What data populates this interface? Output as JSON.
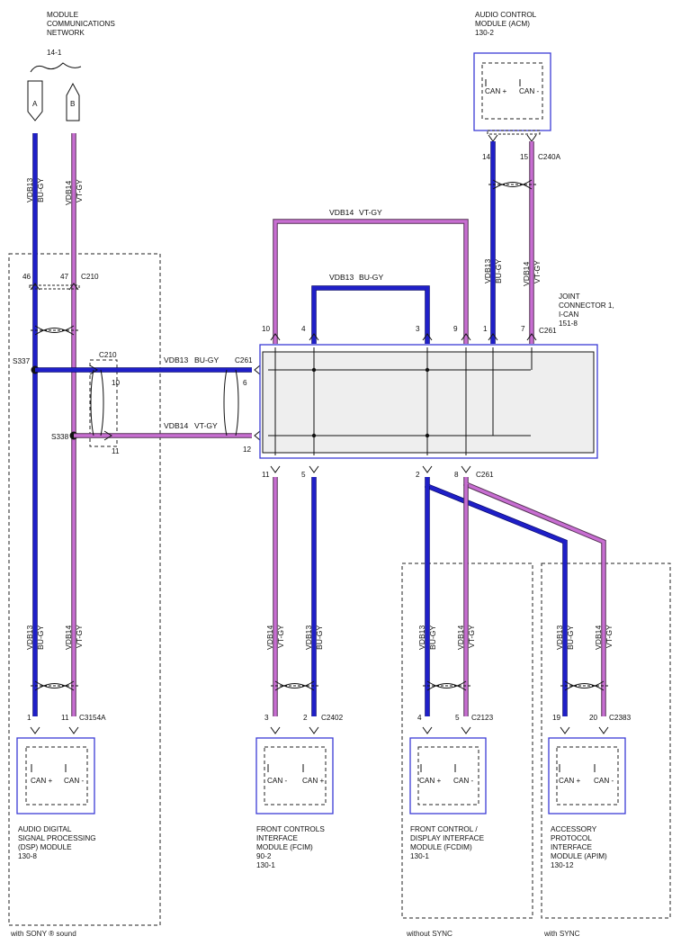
{
  "network": {
    "line1": "MODULE",
    "line2": "COMMUNICATIONS",
    "line3": "NETWORK",
    "ref": "14-1",
    "conn_a": "A",
    "conn_b": "B"
  },
  "wires": {
    "vdb13": "VDB13",
    "vdb14": "VDB14",
    "bugy": "BU-GY",
    "vtgy": "VT-GY"
  },
  "connectors": {
    "c210": "C210",
    "c261": "C261",
    "c240a": "C240A",
    "c3154a": "C3154A",
    "c2402": "C2402",
    "c2123": "C2123",
    "c2383": "C2383",
    "s337": "S337",
    "s338": "S338"
  },
  "pins": {
    "p46": "46",
    "p47": "47",
    "p10": "10",
    "p11": "11",
    "p14": "14",
    "p15": "15",
    "p4": "4",
    "p3": "3",
    "p9": "9",
    "p1": "1",
    "p7": "7",
    "p6": "6",
    "p12": "12",
    "p5": "5",
    "p2": "2",
    "p8": "8",
    "p19": "19",
    "p20": "20"
  },
  "acm": {
    "line1": "AUDIO CONTROL",
    "line2": "MODULE (ACM)",
    "ref": "130-2",
    "can_plus": "CAN +",
    "can_minus": "CAN -"
  },
  "joint": {
    "line1": "JOINT",
    "line2": "CONNECTOR 1,",
    "line3": "I-CAN",
    "ref": "151-8"
  },
  "dsp": {
    "line1": "AUDIO DIGITAL",
    "line2": "SIGNAL PROCESSING",
    "line3": "(DSP) MODULE",
    "ref": "130-8",
    "can_plus": "CAN +",
    "can_minus": "CAN -"
  },
  "fcim": {
    "line1": "FRONT CONTROLS",
    "line2": "INTERFACE",
    "line3": "MODULE (FCIM)",
    "ref1": "90-2",
    "ref2": "130-1",
    "can_minus": "CAN -",
    "can_plus": "CAN +"
  },
  "fcdim": {
    "line1": "FRONT CONTROL /",
    "line2": "DISPLAY INTERFACE",
    "line3": "MODULE (FCDIM)",
    "ref": "130-1",
    "can_plus": "CAN +",
    "can_minus": "CAN -"
  },
  "apim": {
    "line1": "ACCESSORY",
    "line2": "PROTOCOL",
    "line3": "INTERFACE",
    "line4": "MODULE (APIM)",
    "ref": "130-12",
    "can_plus": "CAN +",
    "can_minus": "CAN -"
  },
  "footnotes": {
    "sony": "with SONY ® sound",
    "without_sync": "without SYNC",
    "with_sync": "with SYNC"
  },
  "colors": {
    "bu_gy": "#1f1fc8",
    "vt_gy": "#c86ed2",
    "module_border": "#3b3bd6"
  }
}
